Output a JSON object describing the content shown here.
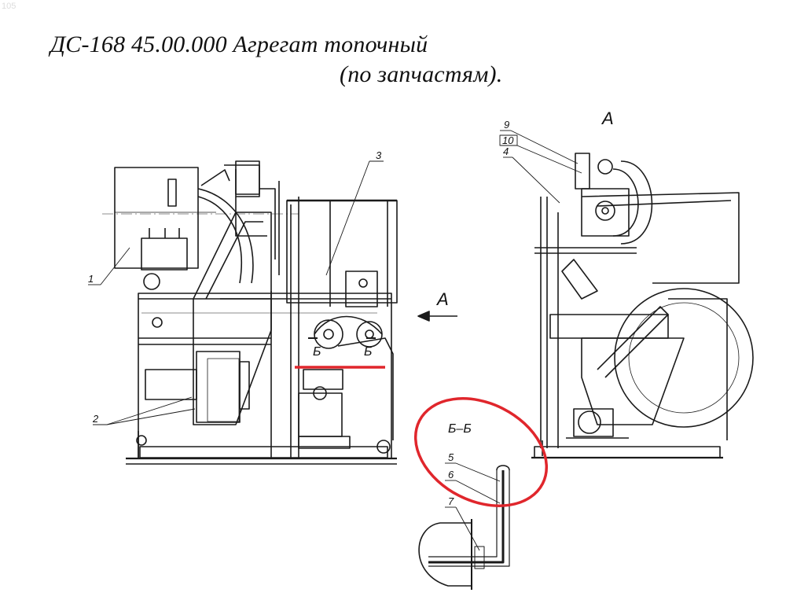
{
  "watermark": "105",
  "title": {
    "line1": "ДС-168 45.00.000 Агрегат топочный",
    "line2": "(по запчастям)."
  },
  "view_labels": {
    "view_a": "А",
    "arrow_a": "А",
    "section_b_left": "Б",
    "section_b_right": "Б",
    "section_bb": "Б–Б"
  },
  "callouts": {
    "n1": "1",
    "n2": "2",
    "n3": "3",
    "n4": "4",
    "n5": "5",
    "n6": "6",
    "n7": "7",
    "n9": "9",
    "n10": "10"
  },
  "highlight_colors": {
    "section_line": "#e0262c",
    "ellipse": "#e0262c"
  }
}
